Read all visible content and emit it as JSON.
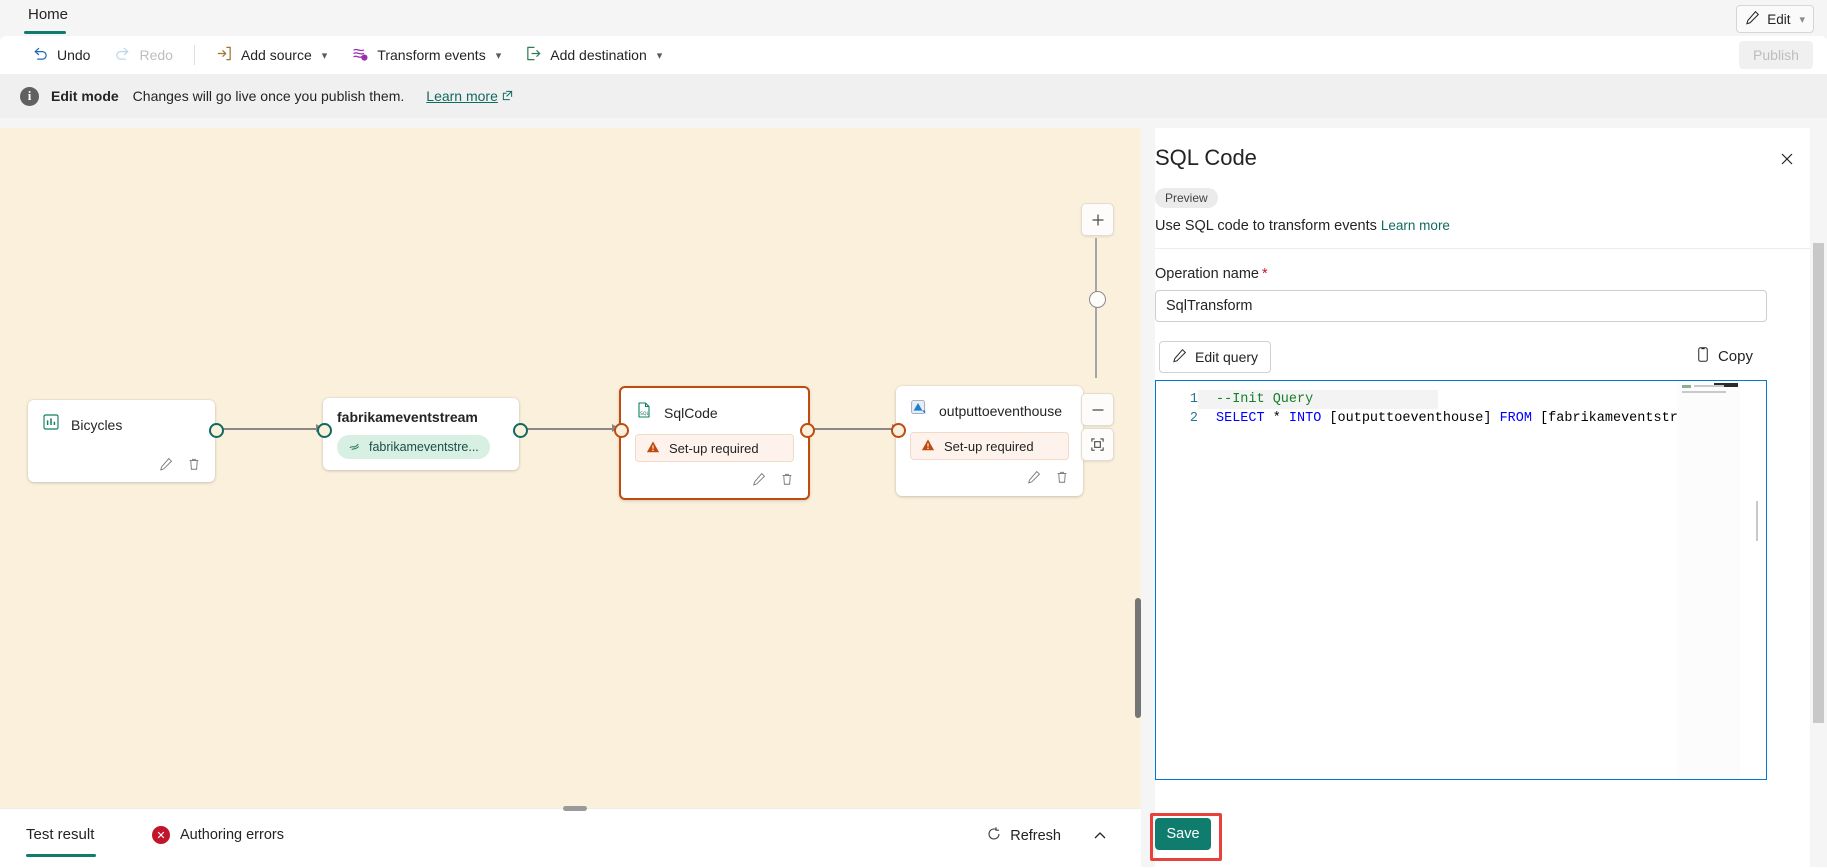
{
  "ribbon": {
    "tab_home": "Home",
    "edit_button": "Edit",
    "publish_button": "Publish"
  },
  "toolbar": {
    "undo": "Undo",
    "redo": "Redo",
    "add_source": "Add source",
    "transform_events": "Transform events",
    "add_destination": "Add destination"
  },
  "banner": {
    "title": "Edit mode",
    "message": "Changes will go live once you publish them.",
    "learn_more": "Learn more"
  },
  "canvas": {
    "nodes": [
      {
        "id": "bicycles",
        "title": "Bicycles",
        "icon": "chart-table-icon",
        "status": ""
      },
      {
        "id": "fabrikameventstream",
        "title": "fabrikameventstream",
        "icon": "",
        "stream_pill": "fabrikameventstre..."
      },
      {
        "id": "sqlcode",
        "title": "SqlCode",
        "icon": "sql-file-icon",
        "status": "Set-up required"
      },
      {
        "id": "outputtoeventhouse",
        "title": "outputtoeventhouse",
        "icon": "eventhouse-icon",
        "status": "Set-up required"
      }
    ],
    "zoom_in": "+",
    "zoom_out": "−"
  },
  "bottom": {
    "tab_test_result": "Test result",
    "authoring_errors": "Authoring errors",
    "refresh": "Refresh"
  },
  "panel": {
    "title": "SQL Code",
    "badge": "Preview",
    "subtitle": "Use SQL code to transform events",
    "subtitle_link": "Learn more",
    "operation_name_label": "Operation name",
    "operation_name_value": "SqlTransform",
    "edit_query": "Edit query",
    "copy": "Copy",
    "save": "Save",
    "code": {
      "lines": [
        {
          "num": "1",
          "text": "--Init Query"
        },
        {
          "num": "2",
          "text": "SELECT * INTO [outputtoeventhouse] FROM [fabrikameventstr"
        }
      ],
      "line1_num": "1",
      "line2_num": "2",
      "line1_comment": "--Init Query",
      "l2_select": "SELECT",
      "l2_star": " * ",
      "l2_into": "INTO",
      "l2_target": " [outputtoeventhouse] ",
      "l2_from": "FROM",
      "l2_source": " [fabrikameventstr"
    }
  },
  "colors": {
    "accent_teal": "#107c6e",
    "canvas_bg": "#faf0dc",
    "selected_border": "#bf4b10",
    "error_red": "#c0162c",
    "highlight_ring": "#e8403a"
  }
}
